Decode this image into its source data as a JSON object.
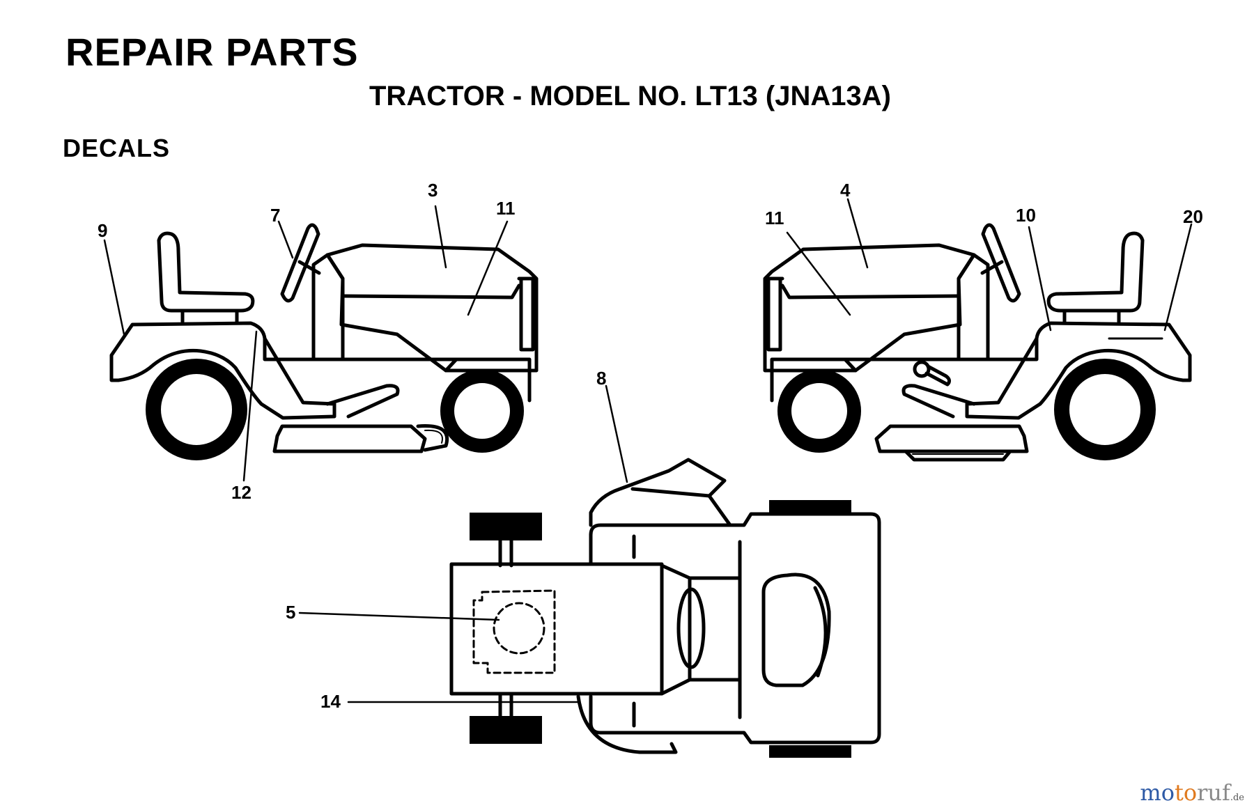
{
  "header": {
    "title": "REPAIR PARTS",
    "subtitle": "TRACTOR - MODEL NO. LT13 (JNA13A)",
    "section": "DECALS"
  },
  "callouts": {
    "c3": "3",
    "c4": "4",
    "c5": "5",
    "c7": "7",
    "c8": "8",
    "c9": "9",
    "c10": "10",
    "c11a": "11",
    "c11b": "11",
    "c12": "12",
    "c14": "14",
    "c20": "20"
  },
  "watermark": {
    "p1": "mo",
    "p2": "to",
    "p3": "ruf",
    "tld": ".de"
  },
  "colors": {
    "line": "#000000",
    "background": "#ffffff"
  }
}
